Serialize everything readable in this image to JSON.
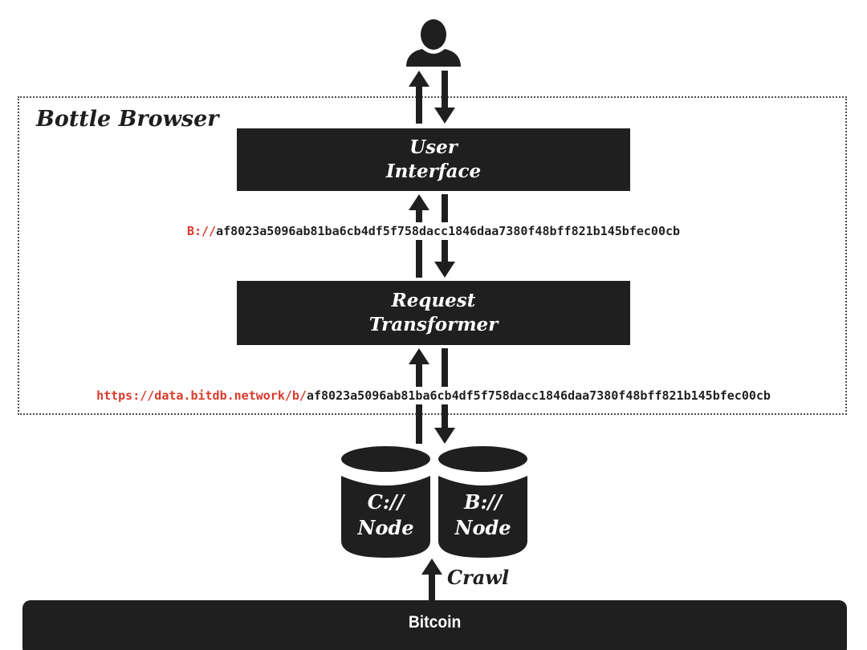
{
  "diagram": {
    "title": "Bottle Browser",
    "icons": {
      "user": "user-silhouette",
      "arrow_up": "up-arrow",
      "arrow_down": "down-arrow"
    },
    "boxes": {
      "user_interface": {
        "line1": "User",
        "line2": "Interface"
      },
      "request_transformer": {
        "line1": "Request",
        "line2": "Transformer"
      }
    },
    "urls": {
      "b_protocol": {
        "prefix": "B://",
        "hash": "af8023a5096ab81ba6cb4df5f758dacc1846daa7380f48bff821b145bfec00cb"
      },
      "https_bitdb": {
        "prefix": "https://data.bitdb.network/b/",
        "hash": "af8023a5096ab81ba6cb4df5f758dacc1846daa7380f48bff821b145bfec00cb"
      }
    },
    "nodes": [
      {
        "protocol": "C://",
        "label": "Node"
      },
      {
        "protocol": "B://",
        "label": "Node"
      }
    ],
    "crawl_label": "Crawl",
    "bitcoin_label": "Bitcoin",
    "colors": {
      "ink": "#1f1f1f",
      "accent_red": "#d93b2b",
      "background": "#ffffff"
    }
  }
}
